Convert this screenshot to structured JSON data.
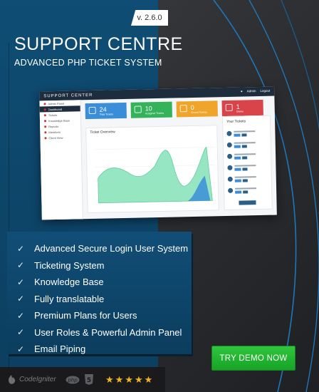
{
  "version": "v. 2.6.0",
  "brand": {
    "title": "SUPPORT CENTRE",
    "subtitle": "ADVANCED PHP TICKET SYSTEM"
  },
  "dashboard": {
    "header_title": "SUPPORT CENTER",
    "header_user": "Admin",
    "header_logout": "Logout",
    "sidebar": [
      "Admin Panel",
      "Dashboard",
      "Tickets",
      "Knowledge Base",
      "Reports",
      "Members",
      "Client View"
    ],
    "tiles": [
      {
        "number": "24",
        "label": "Total Tickets",
        "color": "#3a8dd8"
      },
      {
        "number": "10",
        "label": "Assigned Tickets",
        "color": "#34b35a"
      },
      {
        "number": "0",
        "label": "Closed Tickets",
        "color": "#f0a52a"
      },
      {
        "number": "1",
        "label": "Online",
        "color": "#d9434a"
      }
    ],
    "chart_title": "Ticket Overview",
    "tickets_title": "Your Tickets",
    "tickets_button": "Your Tickets"
  },
  "features": [
    "Advanced Secure Login User System",
    "Ticketing System",
    "Knowledge Base",
    "Fully translatable",
    "Premium Plans for Users",
    "User Roles & Powerful Admin Panel",
    "Email Piping"
  ],
  "cta": {
    "label": "TRY DEMO NOW"
  },
  "footer": {
    "codeigniter": "CodeIgniter",
    "php": "php",
    "html5": "5",
    "rating": 5
  },
  "colors": {
    "panel_blue": "#0f4d74",
    "button_green": "#22b532",
    "star_gold": "#f2b51c",
    "arc_blue": "#1f76b8"
  }
}
